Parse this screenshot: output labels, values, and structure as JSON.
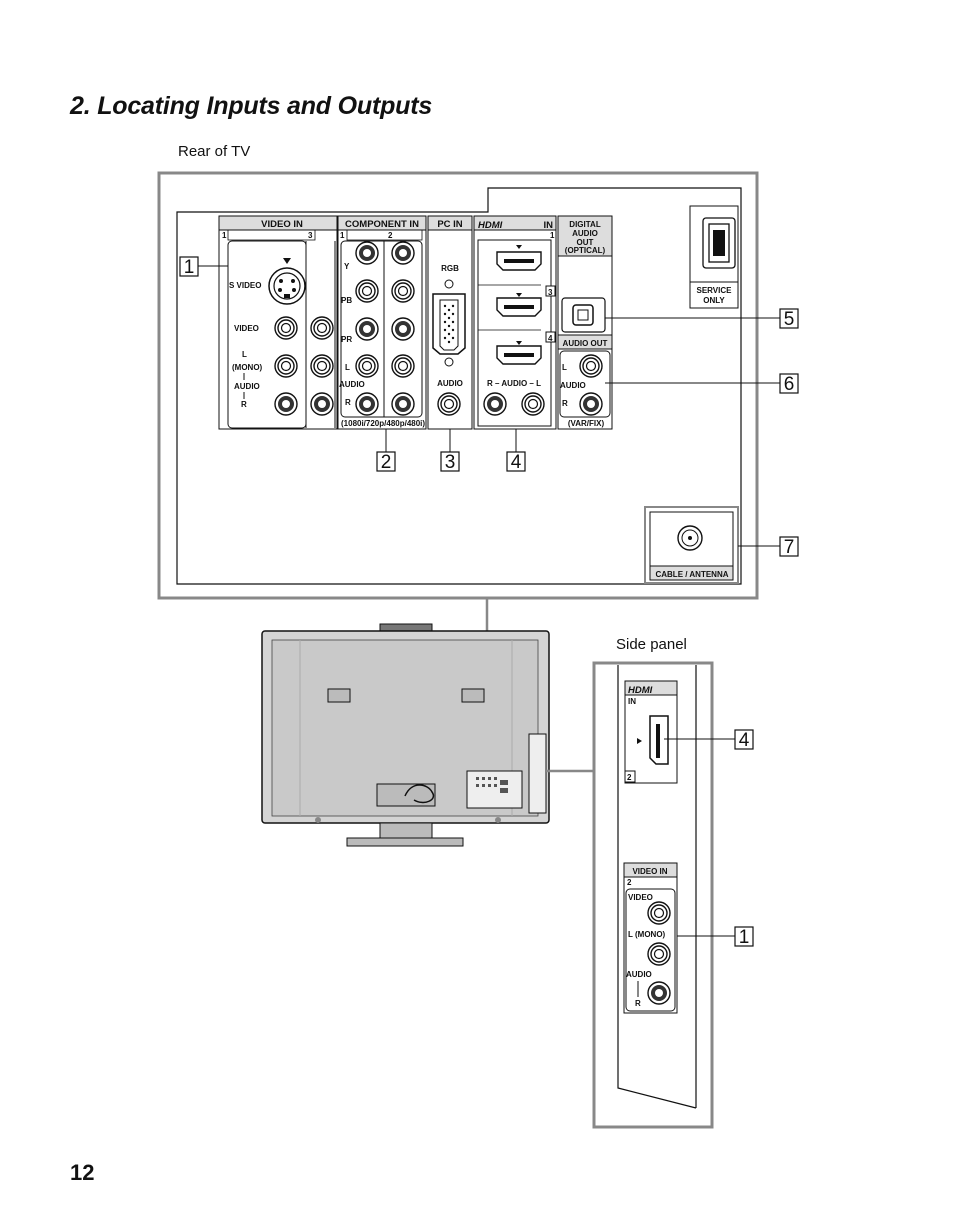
{
  "page": {
    "title": "2. Locating Inputs and Outputs",
    "page_number": "12"
  },
  "rear": {
    "caption": "Rear of TV",
    "groups": {
      "video_in": "VIDEO IN",
      "component_in": "COMPONENT IN",
      "pc_in": "PC  IN",
      "hdmi_logo": "HDMI",
      "hdmi_in": "IN",
      "digital_audio_out": [
        "DIGITAL",
        "AUDIO",
        "OUT"
      ],
      "optical": "(OPTICAL)",
      "audio_out": "AUDIO OUT",
      "service_only": [
        "SERVICE",
        "ONLY"
      ],
      "cable_antenna": "CABLE / ANTENNA"
    },
    "labels": {
      "one": "1",
      "two": "2",
      "three": "3",
      "four": "4",
      "s_video": "S VIDEO",
      "video": "VIDEO",
      "l": "L",
      "mono": "(MONO)",
      "audio": "AUDIO",
      "r": "R",
      "y": "Y",
      "pb": "PB",
      "pr": "PR",
      "rgb": "RGB",
      "r_audio_l": "R – AUDIO – L",
      "resolutions": "(1080i/720p/480p/480i)",
      "var_fix": "(VAR/FIX)"
    },
    "callouts": [
      "1",
      "2",
      "3",
      "4",
      "5",
      "6",
      "7"
    ]
  },
  "side": {
    "caption": "Side panel",
    "hdmi_logo": "HDMI",
    "hdmi_in": "IN",
    "hdmi_num": "2",
    "video_in": "VIDEO IN",
    "video_in_num": "2",
    "video": "VIDEO",
    "l": "L",
    "mono": "(MONO)",
    "audio": "AUDIO",
    "r": "R",
    "callouts": [
      "4",
      "1"
    ]
  }
}
